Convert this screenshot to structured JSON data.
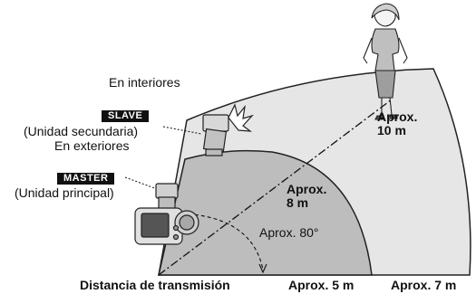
{
  "labels": {
    "indoors": "En interiores",
    "outdoors": "En exteriores",
    "slave_badge": "SLAVE",
    "slave_desc": "(Unidad secundaria)",
    "master_badge": "MASTER",
    "master_desc": "(Unidad principal)",
    "outer_dist": "Aprox.\n10 m",
    "inner_dist": "Aprox.\n8 m",
    "angle": "Aprox. 80°",
    "axis_title": "Distancia de transmisión",
    "axis_inner": "Aprox. 5 m",
    "axis_outer": "Aprox. 7 m"
  },
  "colors": {
    "outer_zone": "#e6e6e6",
    "inner_zone": "#bdbdbd",
    "outline": "#222222"
  }
}
